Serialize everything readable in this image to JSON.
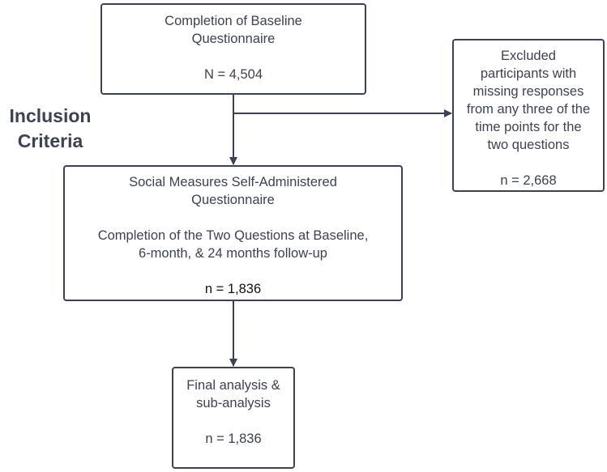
{
  "diagram": {
    "inclusion_label_line1": "Inclusion",
    "inclusion_label_line2": "Criteria",
    "baseline": {
      "line1": "Completion of Baseline",
      "line2": "Questionnaire",
      "count": "N = 4,504"
    },
    "excluded": {
      "lines": [
        "Excluded",
        "participants with",
        "missing responses",
        "from any three of the",
        "time points for the",
        "two questions"
      ],
      "count": "n = 2,668"
    },
    "social": {
      "line1": "Social Measures Self-Administered",
      "line2": "Questionnaire",
      "line3": "Completion of the Two Questions at Baseline,",
      "line4": "6-month, & 24 months follow-up",
      "count": "n = 1,836"
    },
    "final": {
      "line1": "Final analysis &",
      "line2": "sub-analysis",
      "count": "n = 1,836"
    },
    "colors": {
      "stroke": "#3d4250",
      "text": "#3d4250",
      "count_emphasis": "#111111"
    }
  }
}
